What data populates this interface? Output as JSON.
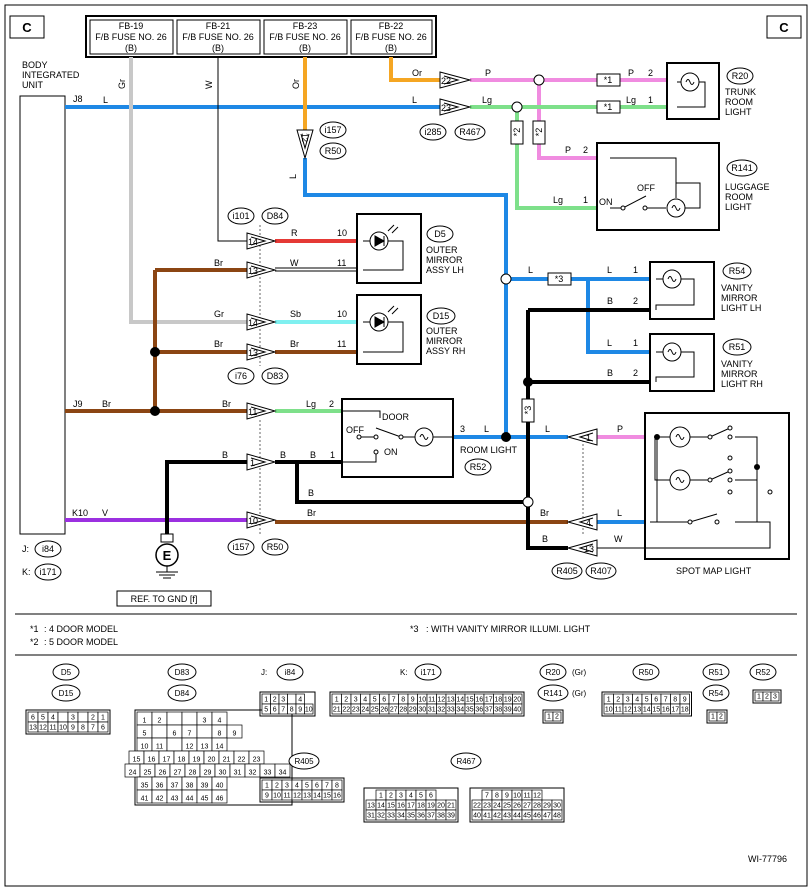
{
  "corner_label": "C",
  "fuses": [
    {
      "id": "FB-19",
      "name": "F/B FUSE NO. 26",
      "pin": "(B)"
    },
    {
      "id": "FB-21",
      "name": "F/B FUSE NO. 26",
      "pin": "(B)"
    },
    {
      "id": "FB-23",
      "name": "F/B FUSE NO. 26",
      "pin": "(B)"
    },
    {
      "id": "FB-22",
      "name": "F/B FUSE NO. 26",
      "pin": "(B)"
    }
  ],
  "body_unit": {
    "line1": "BODY",
    "line2": "INTEGRATED",
    "line3": "UNIT"
  },
  "unit_pins": {
    "j8": "J8",
    "j9": "J9",
    "k10": "K10"
  },
  "wire_colors": {
    "Or": "Or",
    "Gr": "Gr",
    "W": "W",
    "L": "L",
    "Lg": "Lg",
    "P": "P",
    "R": "R",
    "Br": "Br",
    "Sb": "Sb",
    "B": "B",
    "V": "V"
  },
  "connector_pins": {
    "p22": "22",
    "p23": "23",
    "p12": "12",
    "p14a": "14",
    "p13a": "13",
    "p14b": "14",
    "p13b": "13",
    "p11": "11",
    "p1a": "1",
    "p10": "10",
    "p1b": "1",
    "p4": "4",
    "p13c": "13",
    "w2": "2",
    "w1": "1",
    "w10": "10",
    "w3": "3"
  },
  "connector_tags": {
    "i157": "i157",
    "R50": "R50",
    "i285": "i285",
    "R467": "R467",
    "i101": "i101",
    "D84": "D84",
    "i76": "i76",
    "D83": "D83",
    "R52": "R52",
    "R405": "R405",
    "R407": "R407",
    "i84": "i84",
    "i171": "i171"
  },
  "components": {
    "R20": {
      "tag": "R20",
      "lines": [
        "TRUNK",
        "ROOM",
        "LIGHT"
      ]
    },
    "R141": {
      "tag": "R141",
      "lines": [
        "LUGGAGE",
        "ROOM",
        "LIGHT"
      ],
      "off": "OFF",
      "on": "ON"
    },
    "D5": {
      "tag": "D5",
      "lines": [
        "OUTER",
        "MIRROR",
        "ASSY LH"
      ]
    },
    "D15": {
      "tag": "D15",
      "lines": [
        "OUTER",
        "MIRROR",
        "ASSY RH"
      ]
    },
    "R54": {
      "tag": "R54",
      "lines": [
        "VANITY",
        "MIRROR",
        "LIGHT LH"
      ]
    },
    "R51": {
      "tag": "R51",
      "lines": [
        "VANITY",
        "MIRROR",
        "LIGHT RH"
      ]
    },
    "room": {
      "name": "ROOM LIGHT",
      "door": "DOOR",
      "off": "OFF",
      "on": "ON"
    },
    "spot": {
      "name": "SPOT MAP LIGHT"
    }
  },
  "marks": {
    "m1": "*1",
    "m2": "*2",
    "m3": "*3"
  },
  "ground": {
    "symbol": "E",
    "ref": "REF. TO GND [f]"
  },
  "jk": {
    "j": "J:",
    "k": "K:"
  },
  "notes": [
    {
      "mark": "*1",
      "text": ": 4 DOOR MODEL"
    },
    {
      "mark": "*2",
      "text": ": 5 DOOR MODEL"
    },
    {
      "mark": "*3",
      "text": ": WITH VANITY MIRROR ILLUMI. LIGHT"
    }
  ],
  "connector_views": {
    "d5": "D5",
    "d15": "D15",
    "d83": "D83",
    "d84": "D84",
    "j_prefix": "J:",
    "i84": "i84",
    "k_prefix": "K:",
    "i171": "i171",
    "r20": "R20",
    "r20_color": "(Gr)",
    "r141": "R141",
    "r141_color": "(Gr)",
    "r50": "R50",
    "r51": "R51",
    "r54": "R54",
    "r52": "R52",
    "r405": "R405",
    "r467": "R467"
  },
  "d5_pins": [
    [
      "6",
      "5",
      "4",
      "",
      "3",
      "",
      "2",
      "1"
    ],
    [
      "13",
      "12",
      "11",
      "10",
      "9",
      "8",
      "7",
      "6"
    ]
  ],
  "d83_pins": [
    [
      "1",
      "2",
      "",
      "",
      "3",
      "4"
    ],
    [
      "5",
      "",
      "6",
      "7",
      "",
      "8",
      "9"
    ],
    [
      "10",
      "11",
      "",
      "12",
      "13",
      "14"
    ],
    [
      "15",
      "16",
      "17",
      "18",
      "19",
      "20",
      "21",
      "22",
      "23"
    ],
    [
      "24",
      "25",
      "26",
      "27",
      "28",
      "29",
      "30",
      "31",
      "32",
      "33",
      "34"
    ],
    [
      "35",
      "36",
      "37",
      "38",
      "39",
      "40"
    ],
    [
      "41",
      "42",
      "43",
      "44",
      "45",
      "46"
    ]
  ],
  "i84_pins": [
    [
      "1",
      "2",
      "3",
      "",
      "4"
    ],
    [
      "5",
      "6",
      "7",
      "8",
      "9",
      "10"
    ]
  ],
  "i171_pins": [
    [
      "1",
      "2",
      "3",
      "4",
      "5",
      "6",
      "7",
      "8",
      "9",
      "10",
      "11",
      "12",
      "13",
      "14",
      "15",
      "16",
      "17",
      "18",
      "19",
      "20"
    ],
    [
      "21",
      "22",
      "23",
      "24",
      "25",
      "26",
      "27",
      "28",
      "29",
      "30",
      "31",
      "32",
      "33",
      "34",
      "35",
      "36",
      "37",
      "38",
      "39",
      "40"
    ]
  ],
  "r20_pins": [
    "1",
    "2"
  ],
  "r50_pins": [
    [
      "1",
      "2",
      "3",
      "4",
      "5",
      "6",
      "7",
      "8",
      "9"
    ],
    [
      "10",
      "11",
      "12",
      "13",
      "14",
      "15",
      "16",
      "17",
      "18"
    ]
  ],
  "r54_pins": [
    "1",
    "2"
  ],
  "r52_pins": [
    "1",
    "2",
    "3"
  ],
  "r405_pins": [
    [
      "1",
      "2",
      "3",
      "4",
      "5",
      "6",
      "7",
      "8"
    ],
    [
      "9",
      "10",
      "11",
      "12",
      "13",
      "14",
      "15",
      "16"
    ]
  ],
  "r467_left": [
    [
      "1",
      "2",
      "3",
      "4",
      "5",
      "6"
    ],
    [
      "13",
      "14",
      "15",
      "16",
      "17",
      "18",
      "19",
      "20",
      "21"
    ],
    [
      "31",
      "32",
      "33",
      "34",
      "35",
      "36",
      "37",
      "38",
      "39"
    ]
  ],
  "r467_right": [
    [
      "7",
      "8",
      "9",
      "10",
      "11",
      "12"
    ],
    [
      "22",
      "23",
      "24",
      "25",
      "26",
      "27",
      "28",
      "29",
      "30"
    ],
    [
      "40",
      "41",
      "42",
      "43",
      "44",
      "45",
      "46",
      "47",
      "48"
    ]
  ],
  "figure_id": "WI-77796",
  "colors": {
    "orange": "#f5a623",
    "grey": "#c8c8c8",
    "blue": "#1e88e5",
    "green": "#7ee08a",
    "pink": "#f08ce0",
    "red": "#e53935",
    "brown": "#8b4513",
    "cyan": "#7ff0f0",
    "violet": "#9b30e0",
    "black": "#000000"
  }
}
